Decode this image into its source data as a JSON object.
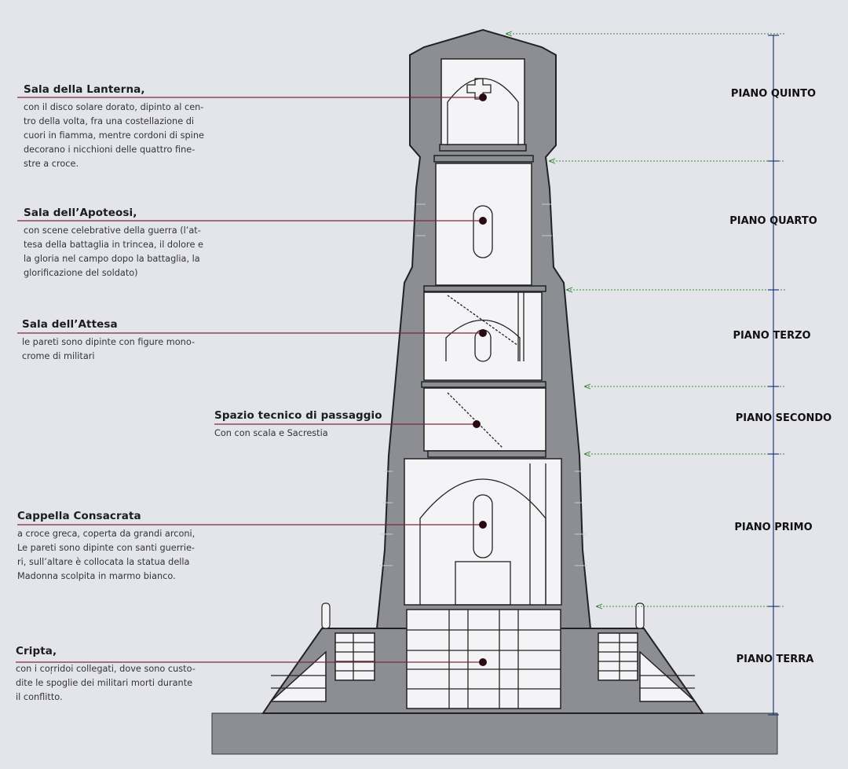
{
  "rooms": [
    {
      "title": "Sala della Lanterna,",
      "text": "con il disco solare dorato, dipinto al cen-\ntro della volta, fra una costellazione di\ncuori in fiamma, mentre cordoni di spine\ndecorano i nicchioni delle quattro fine-\nstre a croce."
    },
    {
      "title": "Sala dell’Apoteosi,",
      "text": "con scene celebrative della guerra (l’at-\ntesa della battaglia in trincea, il dolore e\nla gloria nel campo dopo la battaglia, la\nglorificazione del soldato)"
    },
    {
      "title": "Sala dell’Attesa",
      "text": "le pareti sono dipinte con figure mono-\ncrome di militari"
    },
    {
      "title": "Spazio tecnico di passaggio",
      "text": "Con con scala e Sacrestia"
    },
    {
      "title": "Cappella Consacrata",
      "text": "a croce greca, coperta da grandi arconi,\nLe pareti sono dipinte con santi guerrie-\nri, sull’altare è collocata la statua della\nMadonna scolpita in marmo bianco."
    },
    {
      "title": "Cripta,",
      "text": "con i coŗridoi collegati, dove sono custo-\ndite le spoglie dei militari morti durante\nil conflitto."
    }
  ],
  "floors": [
    "PIANO QUINTO",
    "PIANO QUARTO",
    "PIANO TERZO",
    "PIANO SECONDO",
    "PIANO PRIMO",
    "PIANO TERRA"
  ],
  "colors": {
    "background": "#e4e5ea",
    "wall": "#8d8e93",
    "leader_line": "#7a2a3a",
    "arrow_green": "#3a8a3a",
    "dimension_line": "#1f3a7a"
  }
}
